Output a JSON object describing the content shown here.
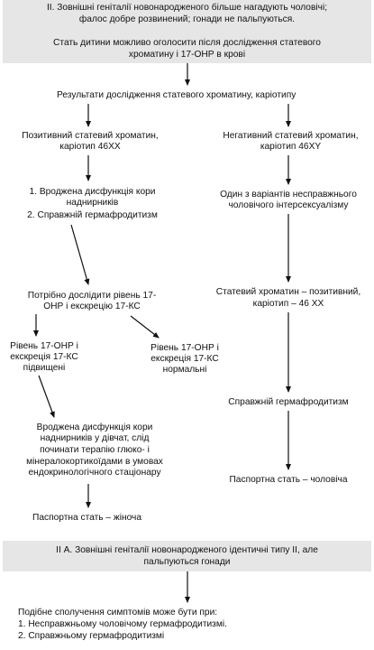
{
  "header": {
    "line1": "II. Зовнішні геніталії новонародженого більше нагадують чоловічі;",
    "line2": "фалос добре розвинений; гонади не пальпуються.",
    "line3": "Стать дитини можливо оголосити після дослідження статевого",
    "line4": "хроматину і 17-ОНР в крові"
  },
  "results": "Результати дослідження статевого хроматину,  каріотипу",
  "left": {
    "positive_l1": "Позитивний статевий хроматин,",
    "positive_l2": "каріотип 46ХХ",
    "dx1_l1": "1. Вроджена дисфункція кори",
    "dx1_l2": "наднирників",
    "dx2": "2. Справжній гермафродитизм",
    "study_l1": "Потрібно дослідити рівень 17-",
    "study_l2": "ОНР і екскрецію 17-КС",
    "high_l1": "Рівень 17-ОНР і",
    "high_l2": "екскреція 17-КС",
    "high_l3": "підвищені",
    "normal_l1": "Рівень 17-ОНР і",
    "normal_l2": "екскреція 17-КС",
    "normal_l3": "нормальні",
    "cah_l1": "Вроджена дисфункція кори",
    "cah_l2": "наднирників у дівчат, слід",
    "cah_l3": "починати терапію глюко- і",
    "cah_l4": "мінералокортикоїдами в умовах",
    "cah_l5": "ендокринологічного стаціонару",
    "passport_f": "Паспортна стать – жіноча"
  },
  "right": {
    "negative_l1": "Негативний статевий хроматин,",
    "negative_l2": "каріотип 46ХY",
    "variant_l1": "Один з варіантів несправжнього",
    "variant_l2": "чоловічого інтерсексуалізму",
    "chromatin_l1": "Статевий хроматин – позитивний,",
    "chromatin_l2": "каріотип – 46 ХХ",
    "true_herm": "Справжній гермафродитизм",
    "passport_m": "Паспортна стать – чоловіча"
  },
  "footer": {
    "line1": "II А. Зовнішні геніталії новонародженого ідентичні типу II, але",
    "line2": "пальпуються гонади"
  },
  "bottom": {
    "intro": "Подібне сполучення симптомів може бути при:",
    "item1": "1. Несправжньому чоловічому гермафродитизмі.",
    "item2": "2. Справжньому гермафродитизмі"
  }
}
